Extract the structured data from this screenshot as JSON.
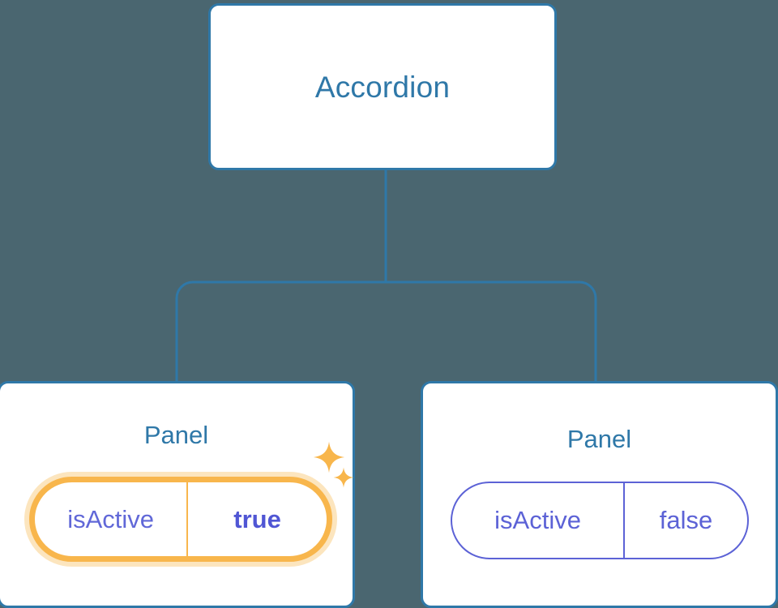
{
  "diagram": {
    "type": "component-tree",
    "background_color": "#4a6670",
    "edge_color": "#2f78a8",
    "node_border_color": "#2f78a8",
    "node_title_color": "#2f78a8",
    "prop_color": "#5c62d6",
    "highlight_color": "#f8b64c",
    "root": {
      "title": "Accordion"
    },
    "children": [
      {
        "title": "Panel",
        "highlighted": true,
        "prop": {
          "key": "isActive",
          "value": "true"
        },
        "sparkles": [
          {
            "name": "sparkle-large-icon"
          },
          {
            "name": "sparkle-small-icon"
          }
        ]
      },
      {
        "title": "Panel",
        "highlighted": false,
        "prop": {
          "key": "isActive",
          "value": "false"
        }
      }
    ]
  }
}
